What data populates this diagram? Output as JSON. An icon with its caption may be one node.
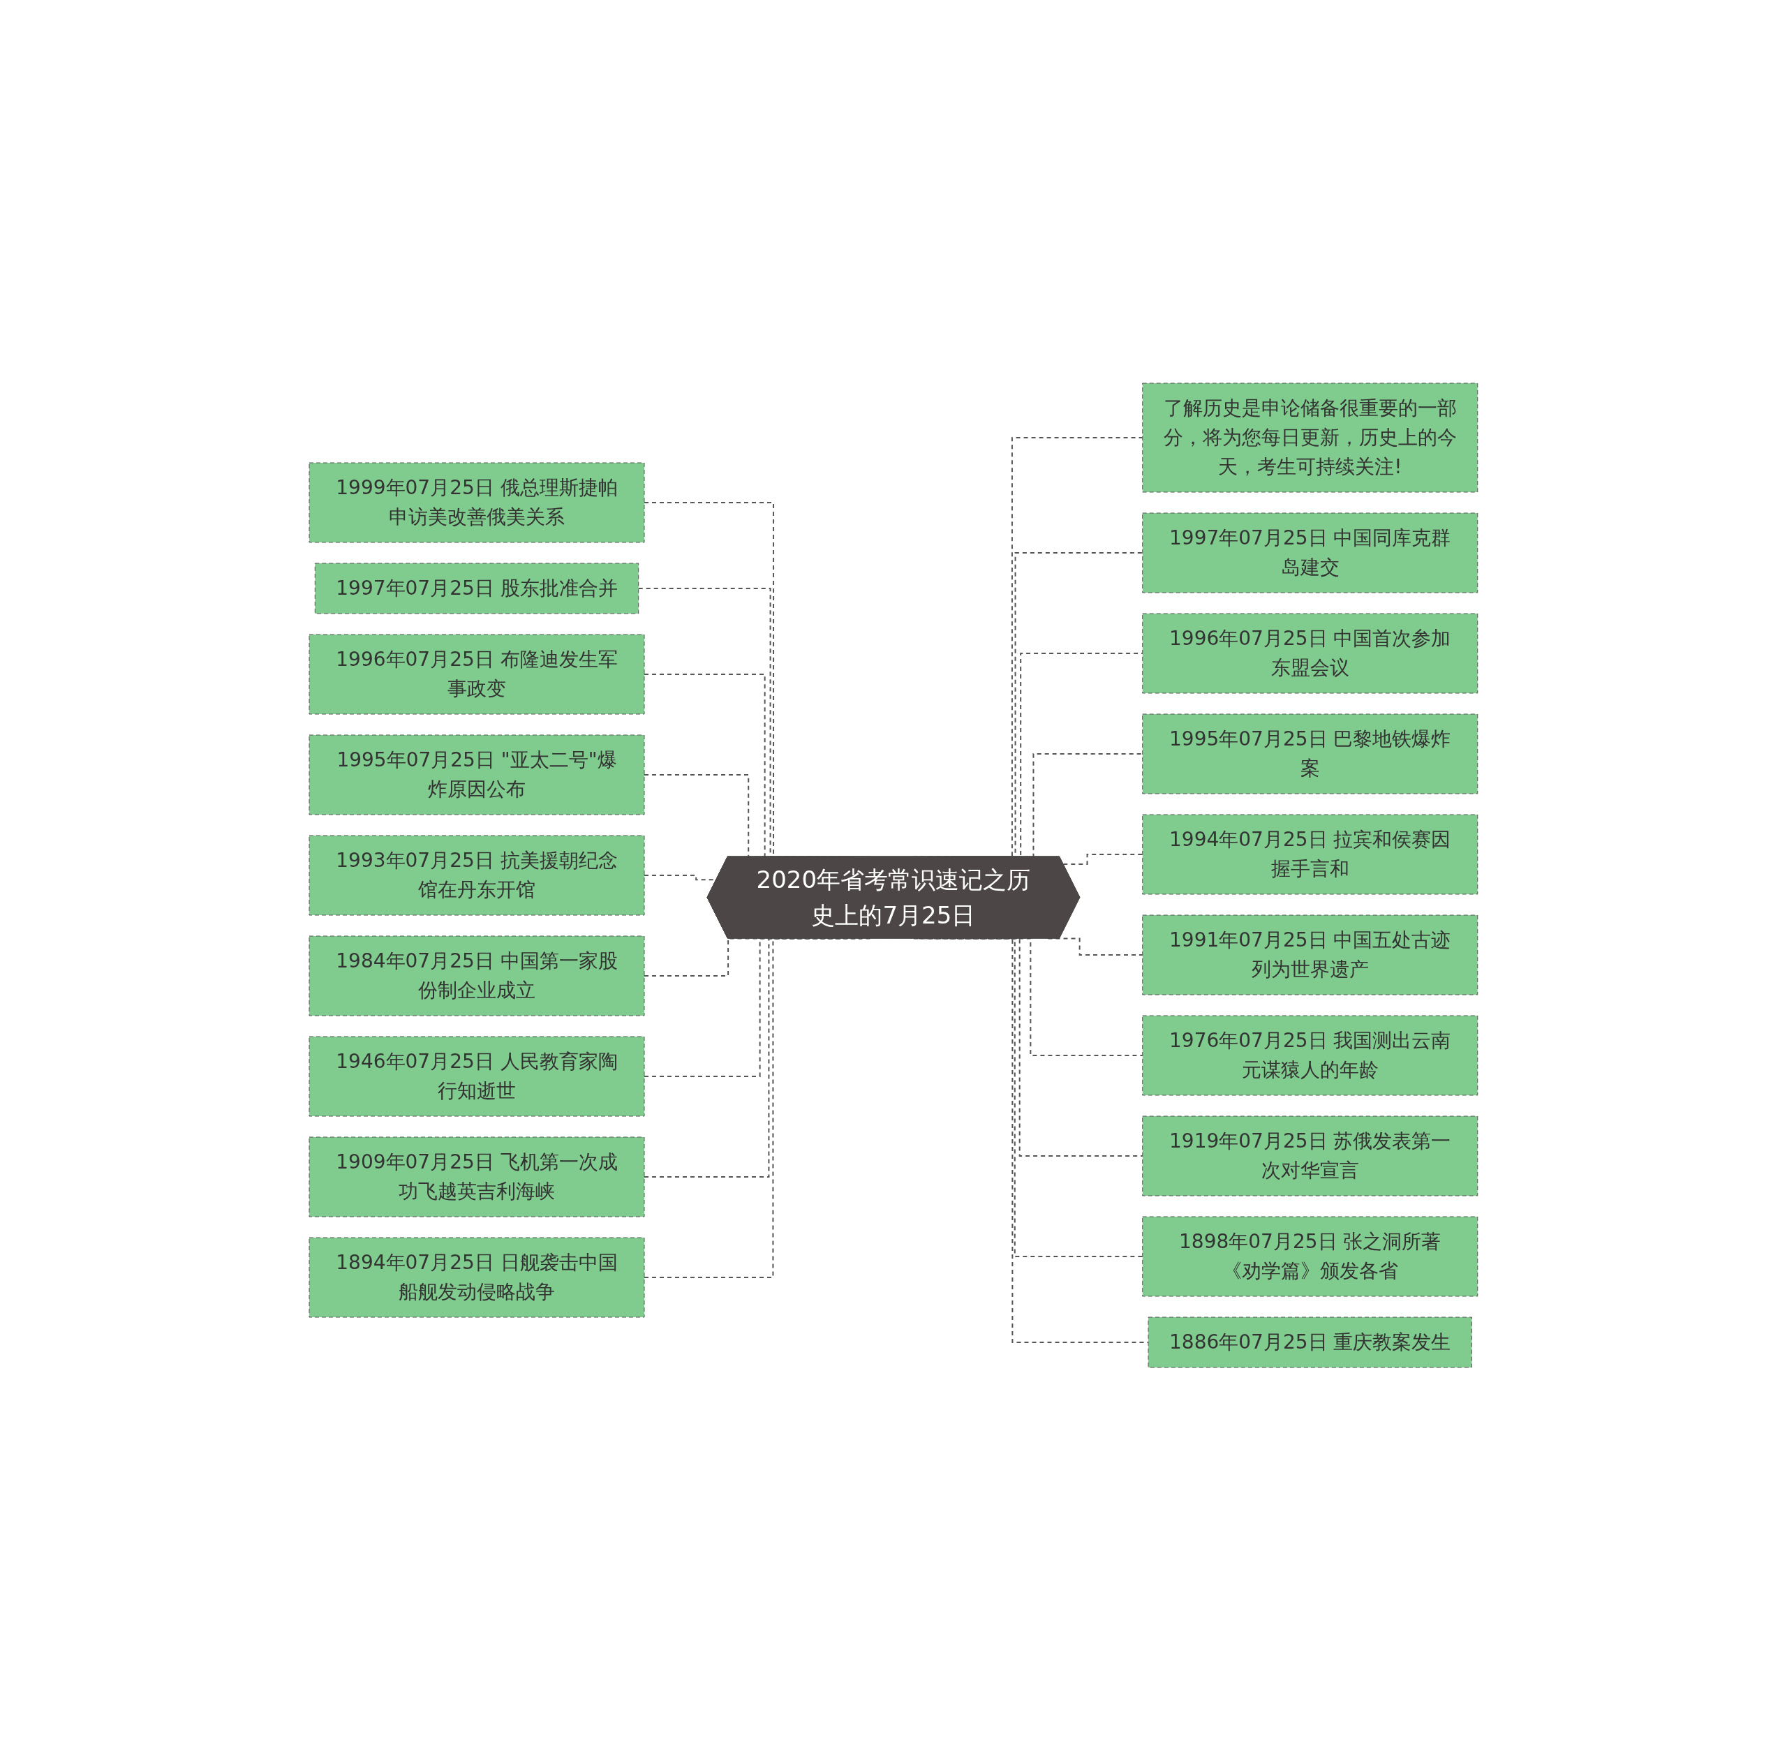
{
  "diagram": {
    "nodes": [
      {
        "text": [
          "2020年省考常识速记之历史上的7月25日"
        ]
      },
      {
        "text": [
          "1999年07月25日 俄总理斯捷帕申访美改善俄美关系"
        ]
      },
      {
        "text": [
          "1997年07月25日 股东批准合并"
        ]
      },
      {
        "text": [
          "1996年07月25日 布隆迪发生军事政变"
        ]
      },
      {
        "text": [
          "1995年07月25日 \"亚太二号\"爆炸原因公布"
        ]
      },
      {
        "text": [
          "1993年07月25日 抗美援朝纪念馆在丹东开馆"
        ]
      },
      {
        "text": [
          "1984年07月25日 中国第一家股份制企业成立"
        ]
      },
      {
        "text": [
          "1946年07月25日 人民教育家陶行知逝世"
        ]
      },
      {
        "text": [
          "1909年07月25日 飞机第一次成功飞越英吉利海峡"
        ]
      },
      {
        "text": [
          "1894年07月25日 日舰袭击中国船舰发动侵略战争"
        ]
      },
      {
        "text": [
          "了解历史是申论储备很重要的一部分，将为您每日更新，历史上的今天，考生可持续关注!"
        ]
      },
      {
        "text": [
          "1997年07月25日 中国同库克群岛建交"
        ]
      },
      {
        "text": [
          "1996年07月25日 中国首次参加东盟会议"
        ]
      },
      {
        "text": [
          "1995年07月25日 巴黎地铁爆炸案"
        ]
      },
      {
        "text": [
          "1994年07月25日 拉宾和侯赛因握手言和"
        ]
      },
      {
        "text": [
          "1991年07月25日 中国五处古迹列为世界遗产"
        ]
      },
      {
        "text": [
          "1976年07月25日 我国测出云南元谋猿人的年龄"
        ]
      },
      {
        "text": [
          "1919年07月25日 苏俄发表第一次对华宣言"
        ]
      },
      {
        "text": [
          "1898年07月25日 张之洞所著《劝学篇》颁发各省"
        ]
      },
      {
        "text": [
          "1886年07月25日 重庆教案发生"
        ]
      }
    ],
    "edges": [
      {
        "from": 1,
        "to": 0,
        "arrow": "none",
        "style": "dashed"
      },
      {
        "from": 2,
        "to": 0,
        "arrow": "none",
        "style": "dashed"
      },
      {
        "from": 3,
        "to": 0,
        "arrow": "none",
        "style": "dashed"
      },
      {
        "from": 4,
        "to": 0,
        "arrow": "none",
        "style": "dashed"
      },
      {
        "from": 5,
        "to": 0,
        "arrow": "none",
        "style": "dashed"
      },
      {
        "from": 6,
        "to": 0,
        "arrow": "none",
        "style": "dashed"
      },
      {
        "from": 7,
        "to": 0,
        "arrow": "none",
        "style": "dashed"
      },
      {
        "from": 8,
        "to": 0,
        "arrow": "none",
        "style": "dashed"
      },
      {
        "from": 9,
        "to": 0,
        "arrow": "none",
        "style": "dashed"
      },
      {
        "from": 0,
        "to": 10,
        "arrow": "none",
        "style": "dashed"
      },
      {
        "from": 0,
        "to": 11,
        "arrow": "none",
        "style": "dashed"
      },
      {
        "from": 0,
        "to": 12,
        "arrow": "none",
        "style": "dashed"
      },
      {
        "from": 0,
        "to": 13,
        "arrow": "none",
        "style": "dashed"
      },
      {
        "from": 0,
        "to": 14,
        "arrow": "none",
        "style": "dashed"
      },
      {
        "from": 0,
        "to": 15,
        "arrow": "none",
        "style": "dashed"
      },
      {
        "from": 0,
        "to": 16,
        "arrow": "none",
        "style": "dashed"
      },
      {
        "from": 0,
        "to": 17,
        "arrow": "none",
        "style": "dashed"
      },
      {
        "from": 0,
        "to": 18,
        "arrow": "none",
        "style": "dashed"
      },
      {
        "from": 0,
        "to": 19,
        "arrow": "none",
        "style": "dashed"
      }
    ]
  }
}
